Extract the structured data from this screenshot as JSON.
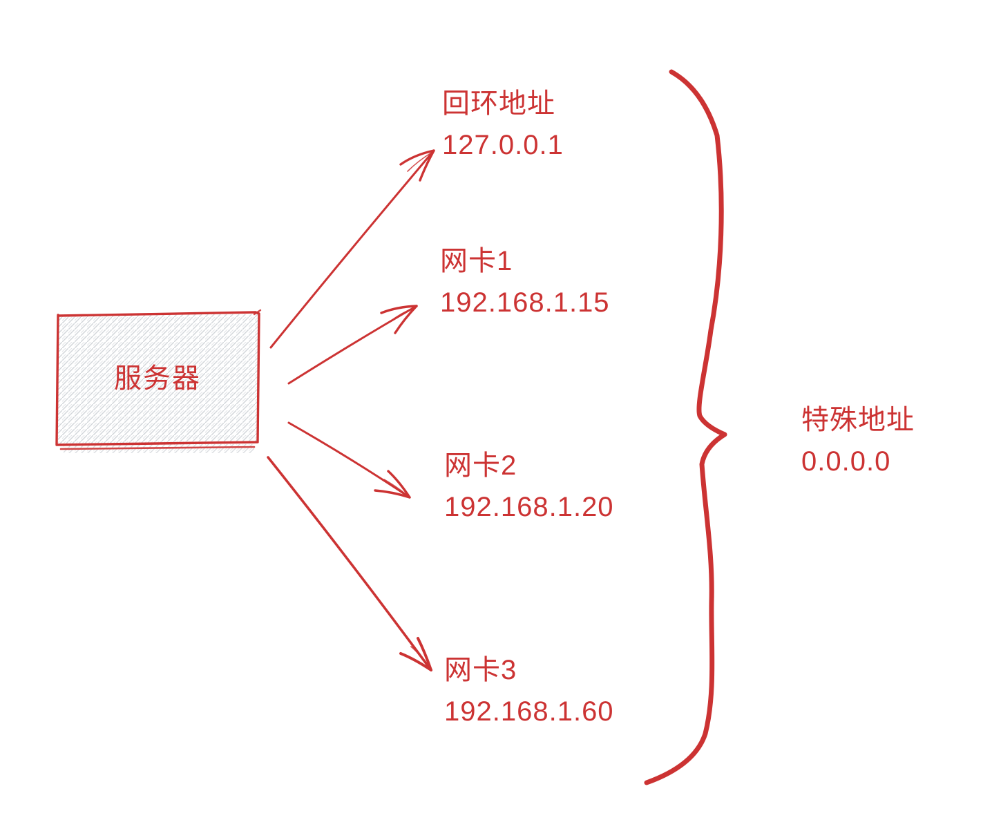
{
  "diagram": {
    "colors": {
      "accent": "#cc3333",
      "hatch": "#d2d6da",
      "background": "#ffffff"
    },
    "server": {
      "label": "服务器"
    },
    "endpoints": [
      {
        "name": "回环地址",
        "address": "127.0.0.1"
      },
      {
        "name": "网卡1",
        "address": "192.168.1.15"
      },
      {
        "name": "网卡2",
        "address": "192.168.1.20"
      },
      {
        "name": "网卡3",
        "address": "192.168.1.60"
      }
    ],
    "group_label": {
      "name": "特殊地址",
      "address": "0.0.0.0"
    }
  }
}
